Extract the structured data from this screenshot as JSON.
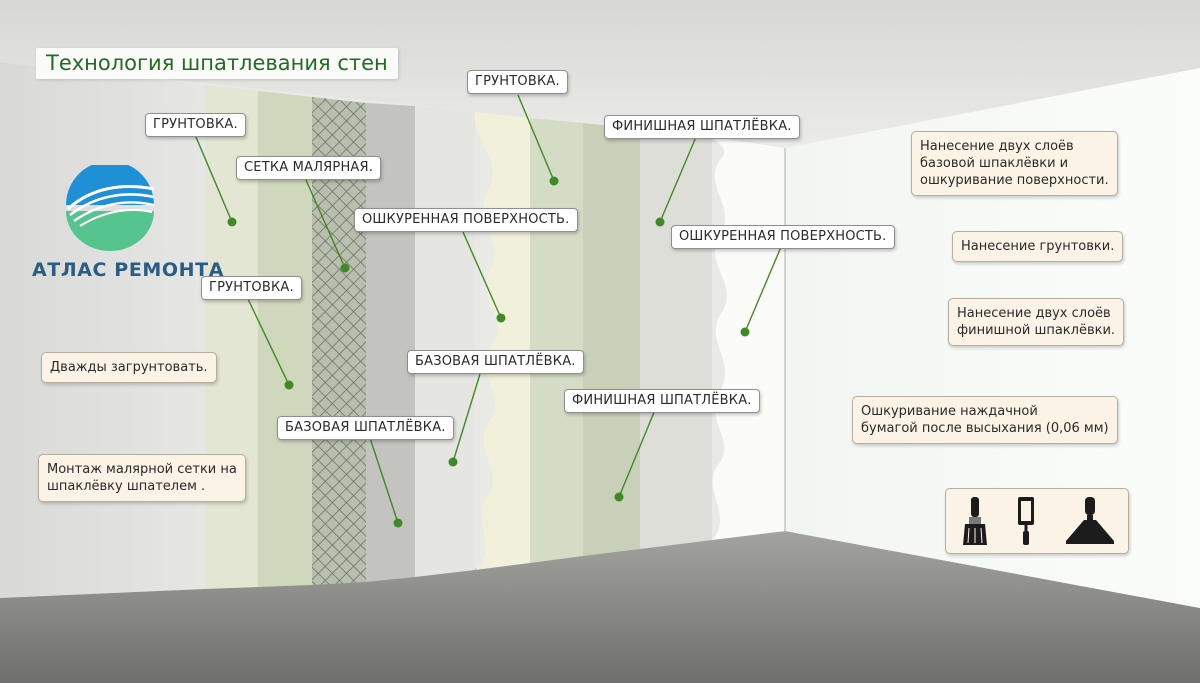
{
  "title": "Технология шпатлевания стен",
  "brand": {
    "name": "АТЛАС РЕМОНТА"
  },
  "colors": {
    "accent": "#1f6d1f",
    "dot": "#3f8a25",
    "brand_blue": "#2a5d86",
    "note_bg": "#fbf3e6"
  },
  "layer_labels": [
    {
      "id": "primer-1",
      "text": "ГРУНТОВКА."
    },
    {
      "id": "mesh",
      "text": "СЕТКА МАЛЯРНАЯ."
    },
    {
      "id": "primer-2",
      "text": "ГРУНТОВКА."
    },
    {
      "id": "base-putty-1",
      "text": "БАЗОВАЯ ШПАТЛЁВКА."
    },
    {
      "id": "sanded-1",
      "text": "ОШКУРЕННАЯ ПОВЕРХНОСТЬ."
    },
    {
      "id": "base-putty-2",
      "text": "БАЗОВАЯ ШПАТЛЁВКА."
    },
    {
      "id": "primer-3",
      "text": "ГРУНТОВКА."
    },
    {
      "id": "finish-putty-1",
      "text": "ФИНИШНАЯ ШПАТЛЁВКА."
    },
    {
      "id": "sanded-2",
      "text": "ОШКУРЕННАЯ ПОВЕРХНОСТЬ."
    },
    {
      "id": "finish-putty-2",
      "text": "ФИНИШНАЯ ШПАТЛЁВКА."
    }
  ],
  "notes": {
    "twice_prime": [
      "Дважды загрунтовать."
    ],
    "mesh_install": [
      "Монтаж малярной сетки на",
      "шпаклёвку шпателем ."
    ],
    "base_two_layers": [
      "Нанесение двух слоёв",
      "базовой шпаклёвки и",
      "ошкуривание поверхности."
    ],
    "primer_apply": [
      "Нанесение грунтовки."
    ],
    "finish_two_layers": [
      "Нанесение двух слоёв",
      "финишной шпаклёвки."
    ],
    "sanding": [
      "Ошкуривание наждачной",
      "бумагой после высыхания (0,06 мм)"
    ]
  },
  "tools": [
    "brush-icon",
    "paint-roller-icon",
    "putty-knife-icon"
  ]
}
